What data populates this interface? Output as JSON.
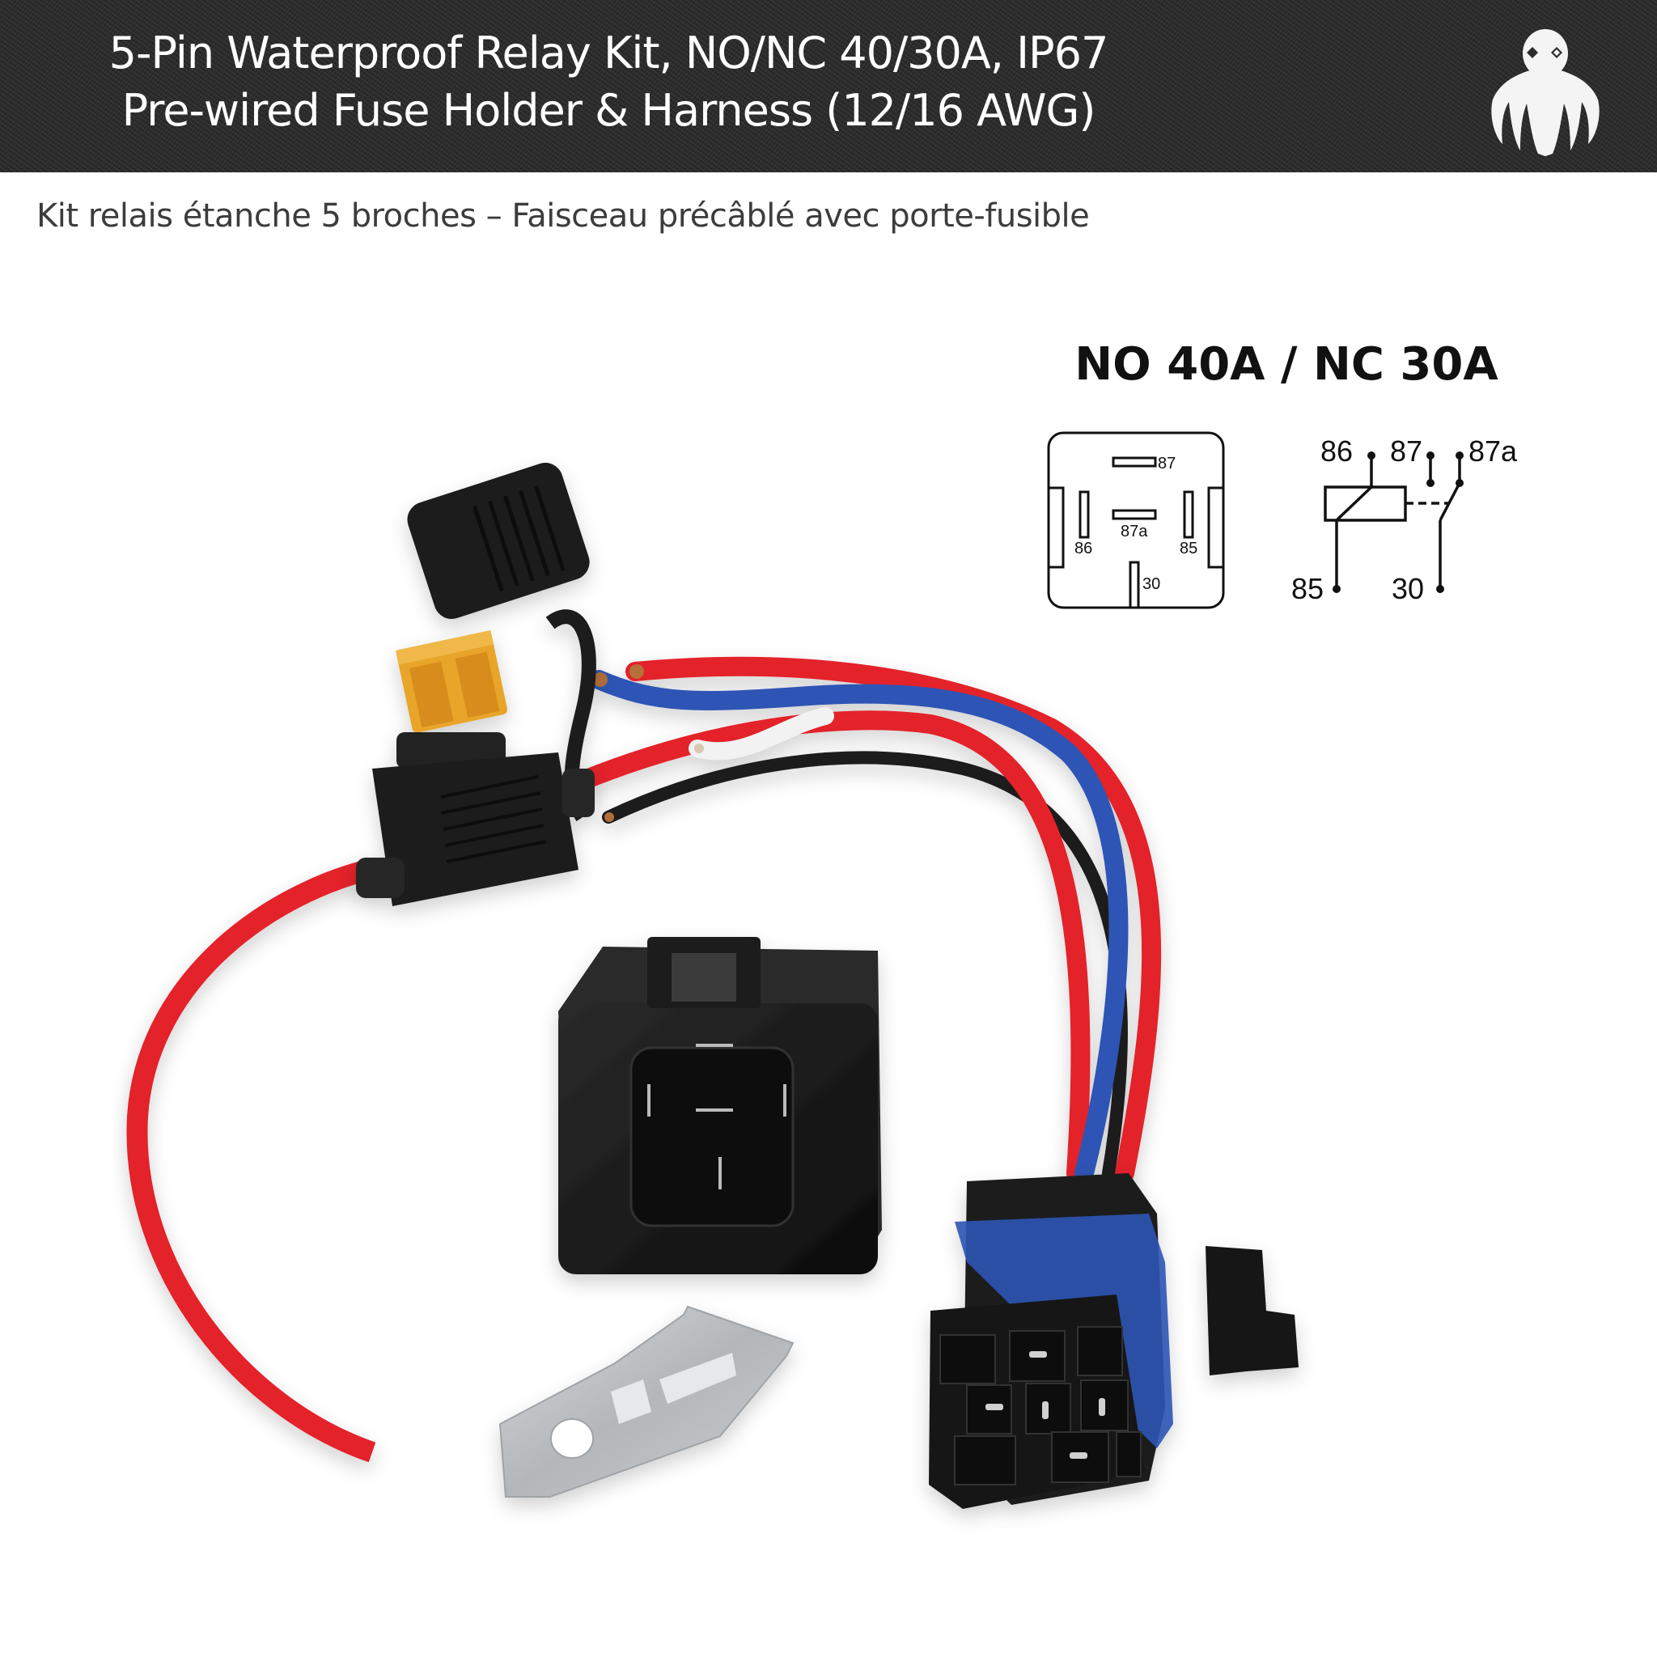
{
  "header": {
    "title_line1": "5-Pin Waterproof Relay Kit, NO/NC 40/30A, IP67",
    "title_line2": "Pre-wired Fuse Holder & Harness (12/16 AWG)",
    "logo_icon": "octopus-logo-icon",
    "background_color": "#2b2b2b",
    "text_color": "#ffffff"
  },
  "subtitle": "Kit relais étanche 5 broches – Faisceau précâblé avec porte-fusible",
  "spec": {
    "heading": "NO 40A / NC 30A",
    "pin_layout": {
      "pins": [
        {
          "id": "87",
          "label": "87"
        },
        {
          "id": "87a",
          "label": "87a"
        },
        {
          "id": "86",
          "label": "86"
        },
        {
          "id": "85",
          "label": "85"
        },
        {
          "id": "30",
          "label": "30"
        }
      ]
    },
    "schematic": {
      "top_labels": [
        "86",
        "87",
        "87a"
      ],
      "bottom_labels": [
        "85",
        "30"
      ]
    }
  },
  "product": {
    "components": [
      "inline-fuse-holder-with-cap",
      "blade-fuse",
      "relay",
      "relay-socket-connector",
      "mounting-bracket",
      "wire-harness"
    ],
    "wire_colors": {
      "red": "#e3232b",
      "blue": "#2f55b5",
      "black": "#1a1a1a",
      "white": "#f2f2f2"
    },
    "fuse_color": "#e8a52a"
  }
}
